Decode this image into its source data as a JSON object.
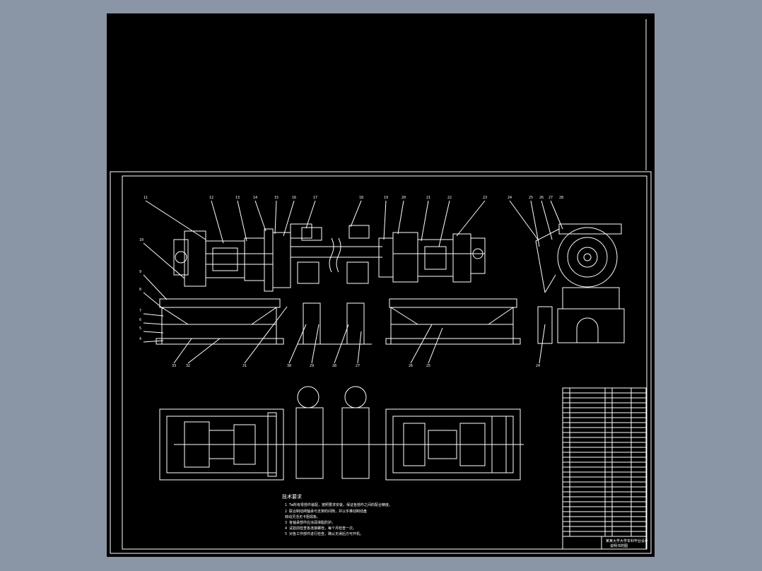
{
  "title_block": {
    "school_line_1": "某某大学大学本科毕业设计",
    "school_line_2": "说明书附图"
  },
  "notes": {
    "heading": "技术要求",
    "items": [
      "1  Tm所有零部件装配，按照要求安装，保证各部件之间的配合精度。",
      "2  联合制动闸轴承与支架的间隙，并以手推动制动盘",
      "   转动灵活无卡阻现象。",
      "3  各轴承部件应涂润滑脂防护。",
      "4  试验前检查各连接螺栓，每个月检查一次。",
      "5  对各工作部件进行检查，确认无误后方可开机。"
    ]
  },
  "balloons": {
    "top_row": [
      "11",
      "12",
      "13",
      "14",
      "15",
      "16",
      "17",
      "18",
      "19",
      "20",
      "21",
      "22",
      "23",
      "24",
      "25",
      "26",
      "27",
      "28"
    ],
    "left_column": [
      "10",
      "9",
      "8",
      "7",
      "6",
      "5",
      "4"
    ],
    "bottom_row": [
      "33",
      "32",
      "31",
      "30",
      "29",
      "28",
      "27",
      "26",
      "25",
      "24"
    ]
  },
  "colors": {
    "background": "#8a95a5",
    "sheet": "#000000",
    "line": "#ffffff"
  }
}
